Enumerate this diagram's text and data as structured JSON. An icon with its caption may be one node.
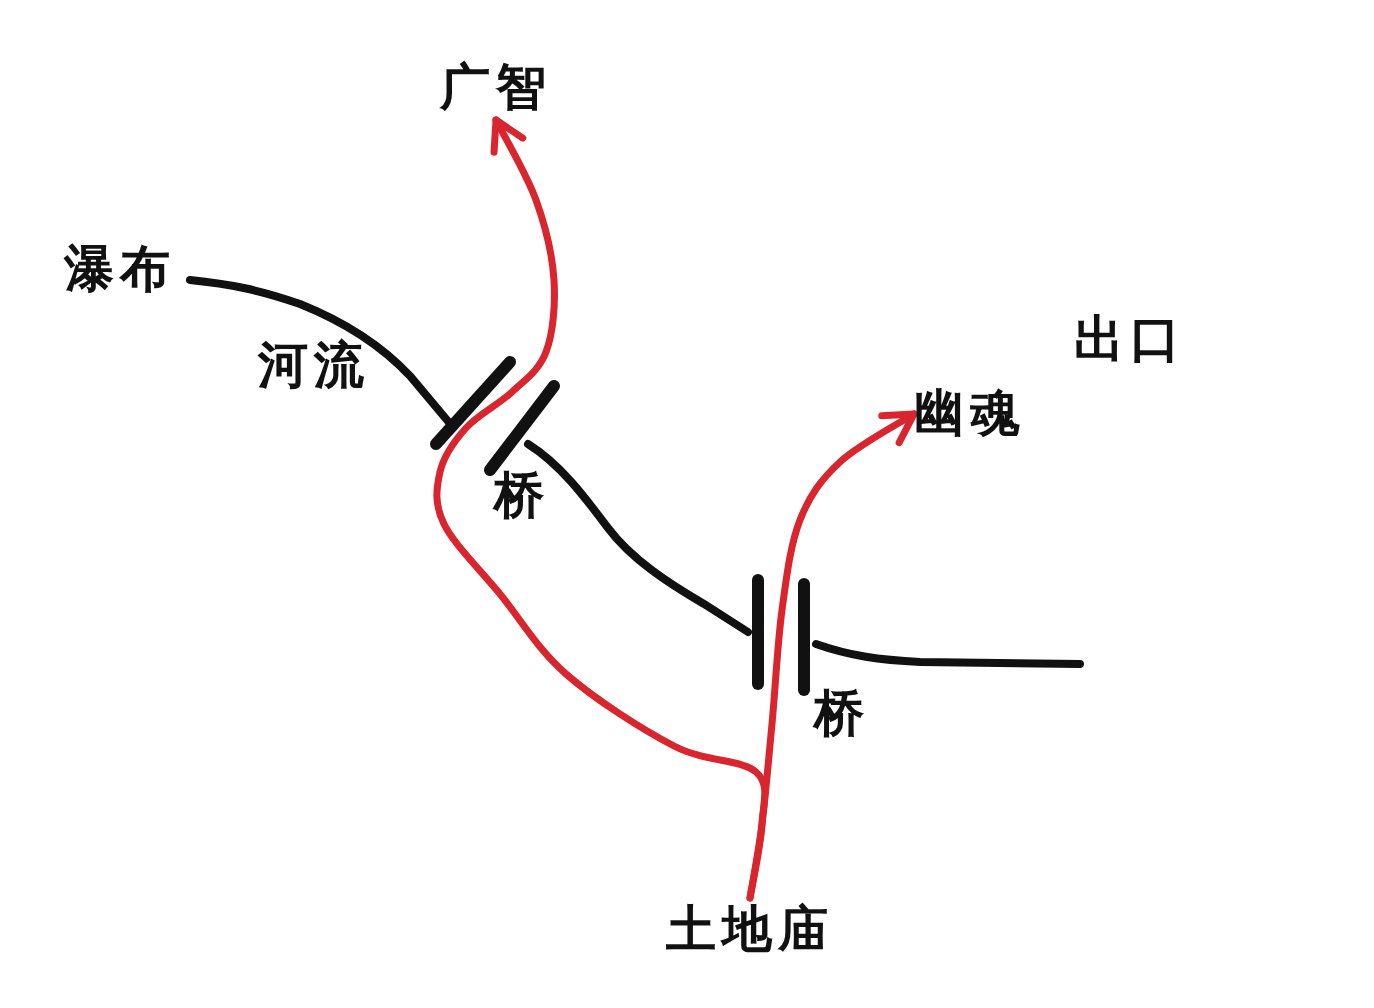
{
  "diagram": {
    "nodes": [
      {
        "text": [
          "广智"
        ]
      },
      {
        "text": [
          "幽魂"
        ]
      },
      {
        "text": [
          "土地庙"
        ]
      }
    ],
    "edges": [
      {
        "from": 2,
        "to": 0,
        "arrow": "to"
      },
      {
        "from": 2,
        "to": 1,
        "arrow": "to"
      }
    ],
    "labels": [
      "瀑布",
      "出口",
      "河流",
      "桥",
      "桥"
    ]
  }
}
